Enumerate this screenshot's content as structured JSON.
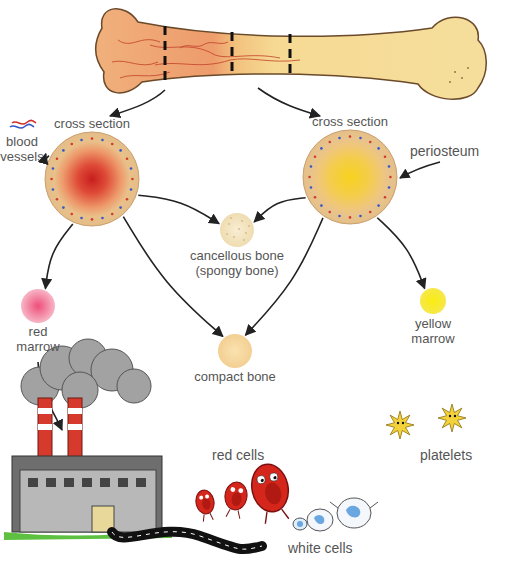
{
  "diagram": {
    "nodes": [
      {
        "text": [
          "cross section"
        ]
      },
      {
        "text": [
          "cross section"
        ]
      },
      {
        "text": [
          "blood vessels"
        ]
      },
      {
        "text": [
          "cancellous bone (spongy bone)"
        ]
      },
      {
        "text": [
          "red marrow"
        ]
      },
      {
        "text": [
          "yellow marrow"
        ]
      },
      {
        "text": [
          "compact bone"
        ]
      }
    ],
    "edges": [
      {
        "from": 0,
        "to": 2,
        "arrow": "to"
      },
      {
        "from": 0,
        "to": 4,
        "arrow": "to"
      },
      {
        "from": 0,
        "to": 3,
        "arrow": "to"
      },
      {
        "from": 0,
        "to": 6,
        "arrow": "to"
      },
      {
        "from": 1,
        "to": 3,
        "arrow": "to"
      },
      {
        "from": 1,
        "to": 5,
        "arrow": "to"
      },
      {
        "from": 1,
        "to": 6,
        "arrow": "to"
      }
    ],
    "labels": [
      "periosteum",
      "red cells",
      "platelets",
      "white cells"
    ]
  }
}
